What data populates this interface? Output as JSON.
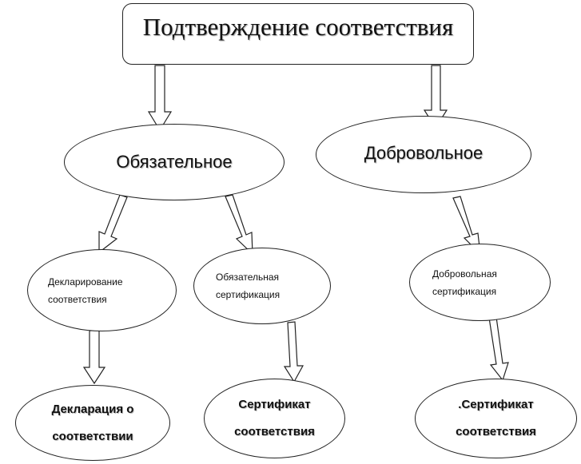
{
  "diagram": {
    "root": "Подтверждение соответствия",
    "mandatory": "Обязательное",
    "voluntary": "Добровольное",
    "declaration_process": [
      "Декларирование",
      "соответствия"
    ],
    "mandatory_certification": [
      "Обязательная",
      "сертификация"
    ],
    "voluntary_certification": [
      "Добровольная",
      "сертификация"
    ],
    "declaration_result": [
      "Декларация о",
      "соответствии"
    ],
    "certificate_1": [
      "Сертификат",
      "соответствия"
    ],
    "certificate_2": [
      ".Сертификат",
      "соответствия"
    ]
  }
}
